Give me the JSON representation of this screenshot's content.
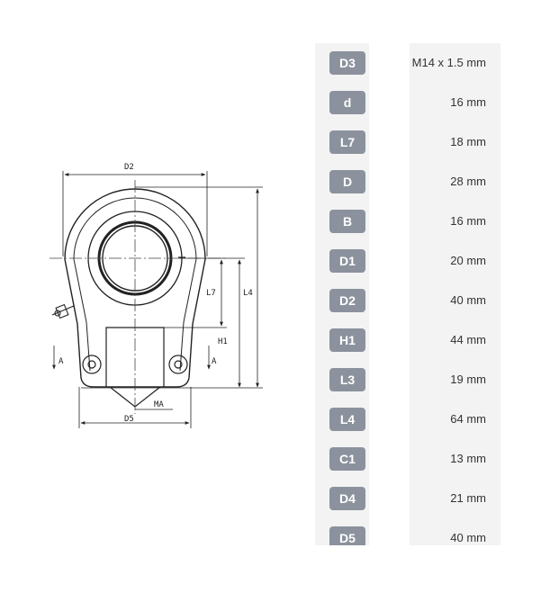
{
  "drawing": {
    "dimension_labels": {
      "d2": "D2",
      "l7": "L7",
      "l4": "L4",
      "h1": "H1",
      "a_left": "A",
      "a_right": "A",
      "ma": "MA",
      "d5": "D5"
    }
  },
  "specs": [
    {
      "key": "D3",
      "value": "M14 x 1.5 mm"
    },
    {
      "key": "d",
      "value": "16 mm"
    },
    {
      "key": "L7",
      "value": "18 mm"
    },
    {
      "key": "D",
      "value": "28 mm"
    },
    {
      "key": "B",
      "value": "16 mm"
    },
    {
      "key": "D1",
      "value": "20 mm"
    },
    {
      "key": "D2",
      "value": "40 mm"
    },
    {
      "key": "H1",
      "value": "44 mm"
    },
    {
      "key": "L3",
      "value": "19 mm"
    },
    {
      "key": "L4",
      "value": "64 mm"
    },
    {
      "key": "C1",
      "value": "13 mm"
    },
    {
      "key": "D4",
      "value": "21 mm"
    },
    {
      "key": "D5",
      "value": "40 mm"
    }
  ]
}
